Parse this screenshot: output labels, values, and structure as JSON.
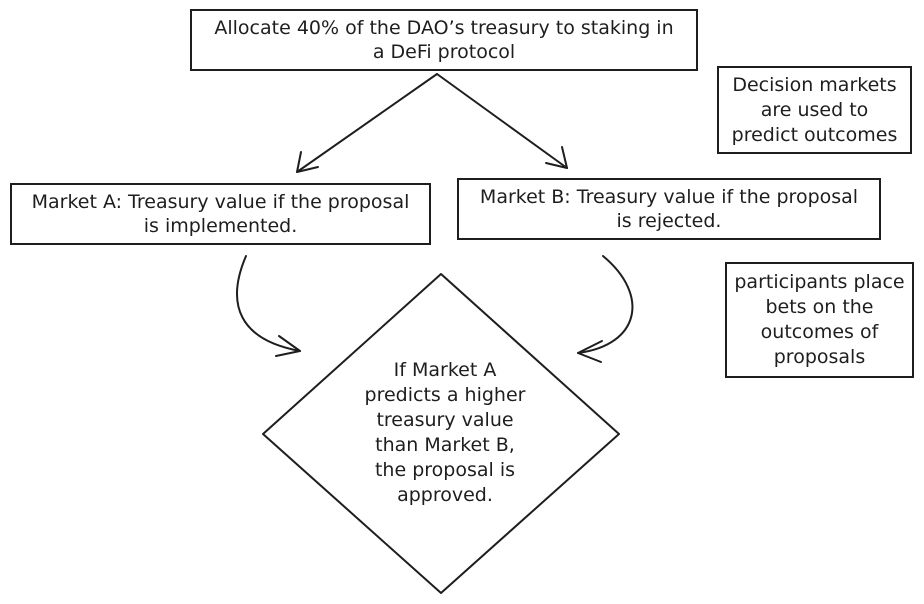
{
  "diagram": {
    "proposal": "Allocate 40% of the DAO’s treasury to staking in\na DeFi protocol",
    "market_a": "Market A: Treasury value if the proposal\nis implemented.",
    "market_b": "Market B: Treasury value if the proposal\nis rejected.",
    "decision": "If Market A\npredicts a higher\ntreasury value\nthan Market B,\nthe proposal is\napproved.",
    "note_decision_markets": "Decision markets\nare used to\npredict outcomes",
    "note_participants": "participants place\nbets on the\noutcomes of\nproposals"
  },
  "colors": {
    "stroke": "#1e1e1e",
    "background": "#ffffff"
  }
}
